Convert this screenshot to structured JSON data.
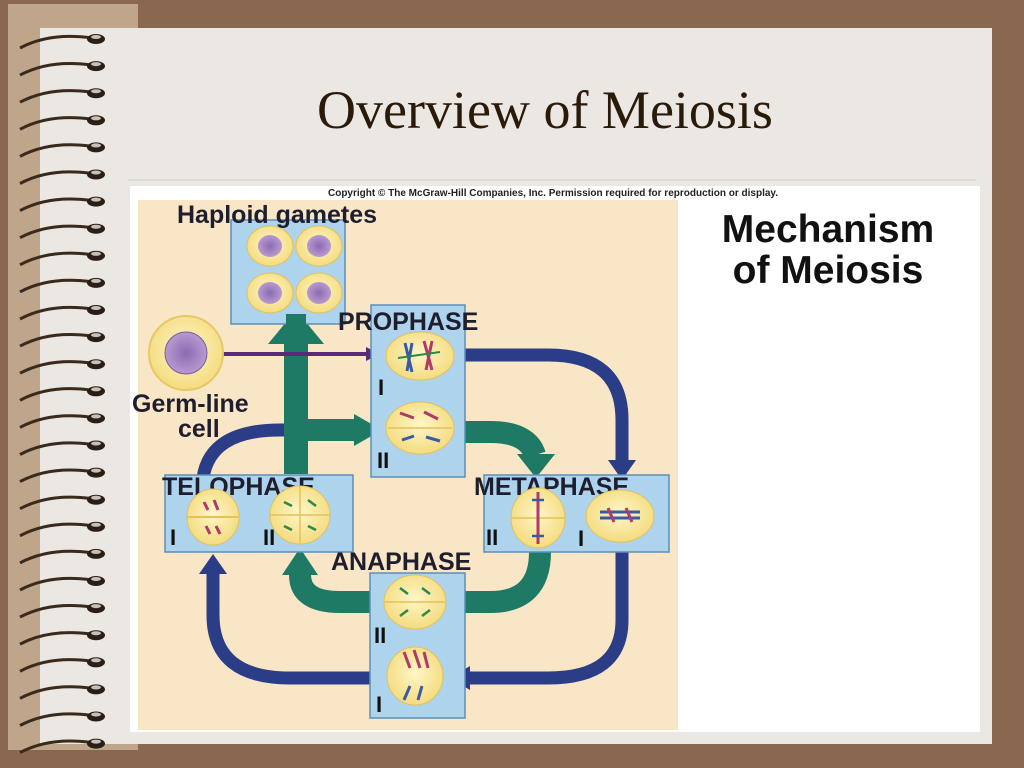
{
  "slide": {
    "title": "Overview of Meiosis"
  },
  "figure": {
    "copyright": "Copyright © The McGraw-Hill Companies, Inc. Permission required for reproduction or display.",
    "labels": {
      "haploid_gametes": "Haploid gametes",
      "prophase": "PROPHASE",
      "germ_line_1": "Germ-line",
      "germ_line_2": "cell",
      "telophase": "TELOPHASE",
      "metaphase": "METAPHASE",
      "anaphase": "ANAPHASE"
    },
    "roman": {
      "prophase_I": "I",
      "prophase_II": "II",
      "telophase_I": "I",
      "telophase_II": "II",
      "metaphase_II": "II",
      "metaphase_I": "I",
      "anaphase_II": "II",
      "anaphase_I": "I"
    },
    "heading_line1": "Mechanism",
    "heading_line2": "of Meiosis"
  },
  "colors": {
    "background": "#8a6850",
    "page": "#ebe7e2",
    "figure_bg": "#f8e6c6",
    "phase_box": "#aed3ec",
    "cell_fill": "#fbe89a",
    "meiosis_II_arrow": "#1e7a64",
    "meiosis_I_arrow": "#2a3d86",
    "germline_arrow": "#5a2a7a"
  }
}
